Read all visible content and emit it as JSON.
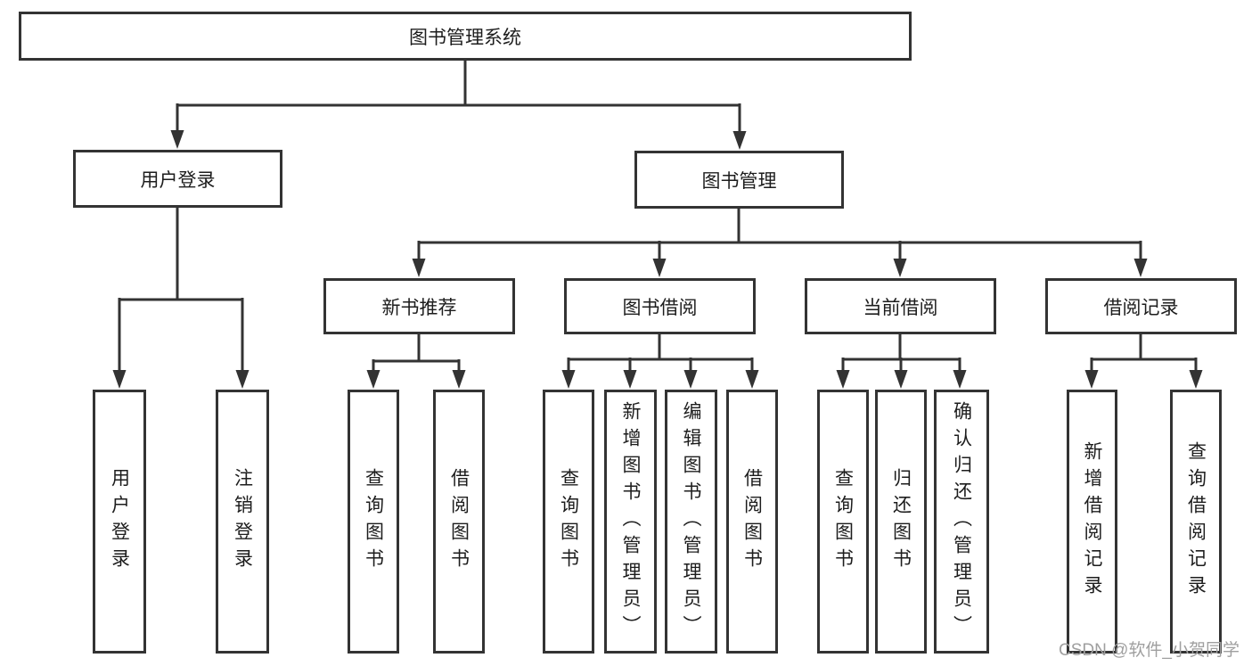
{
  "colors": {
    "line": "#333333",
    "text": "#1d1d1d",
    "watermark": "#9f9f9f",
    "background": "#ffffff"
  },
  "tree": {
    "root": "图书管理系统",
    "branches": [
      {
        "label": "用户登录",
        "children": [
          "用户登录",
          "注销登录"
        ]
      },
      {
        "label": "图书管理",
        "sections": [
          {
            "label": "新书推荐",
            "children": [
              "查询图书",
              "借阅图书"
            ]
          },
          {
            "label": "图书借阅",
            "children": [
              "查询图书",
              "新增图书（管理员）",
              "编辑图书（管理员）",
              "借阅图书"
            ]
          },
          {
            "label": "当前借阅",
            "children": [
              "查询图书",
              "归还图书",
              "确认归还（管理员）"
            ]
          },
          {
            "label": "借阅记录",
            "children": [
              "新增借阅记录",
              "查询借阅记录"
            ]
          }
        ]
      }
    ]
  },
  "watermark": "CSDN @软件_小贺同学"
}
